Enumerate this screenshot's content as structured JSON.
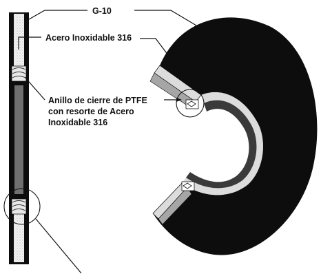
{
  "labels": {
    "g10": "G-10",
    "stainless": "Acero Inoxidable 316",
    "seal_line1": "Anillo de cierre de PTFE",
    "seal_line2": "con resorte de  Acero",
    "seal_line3": "Inoxidable 316"
  },
  "colors": {
    "body": "#0d0d0d",
    "metal_face": "#dcdcdc",
    "metal_edge": "#a6a6a6",
    "core": "#707070",
    "background": "#ffffff"
  }
}
